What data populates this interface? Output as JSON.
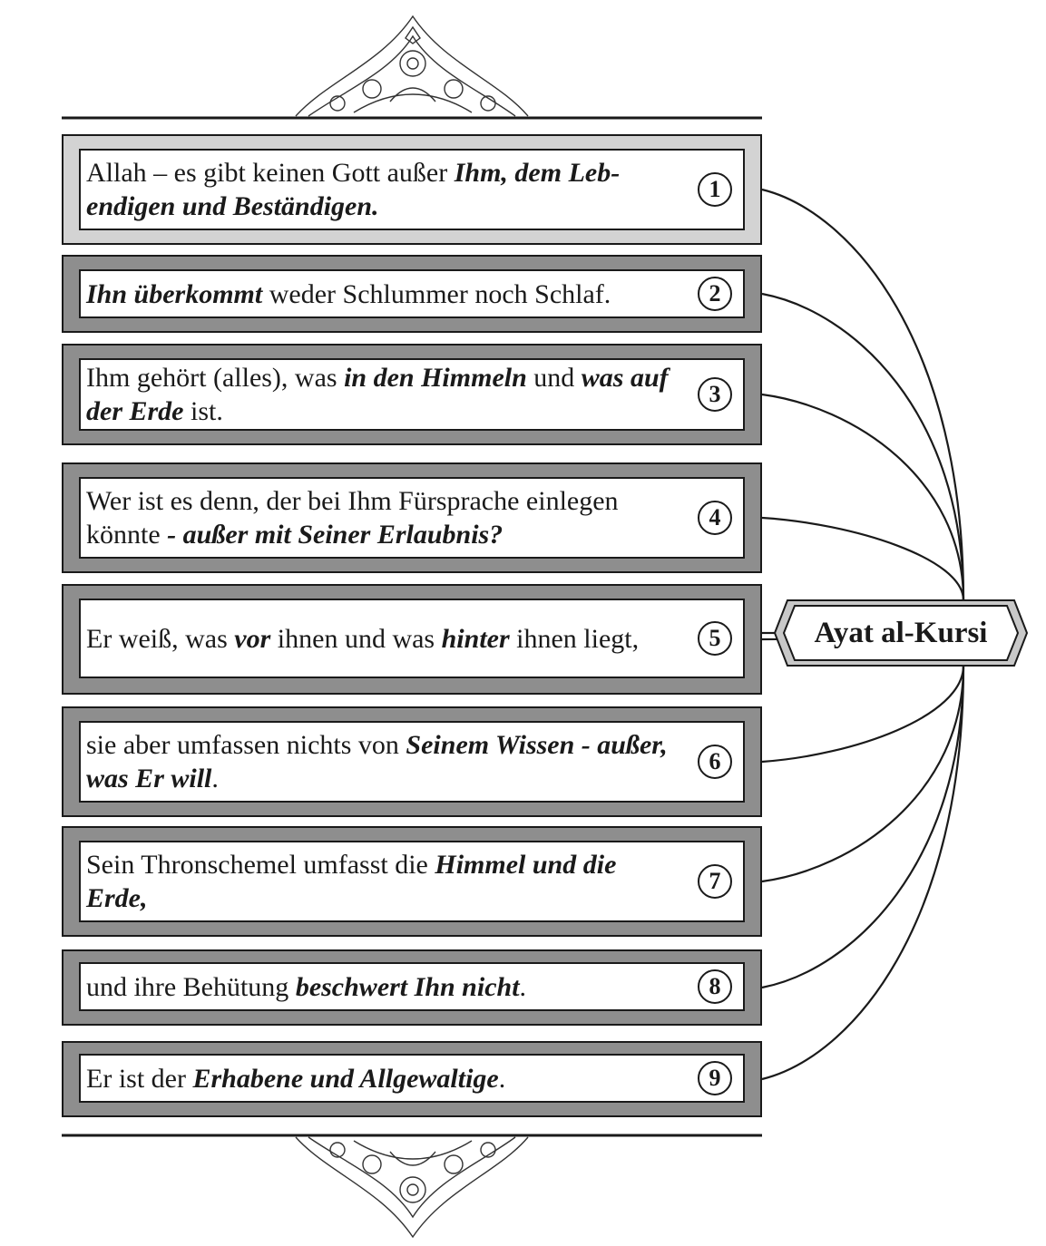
{
  "title": "Ayat al-Kursi",
  "verses": [
    {
      "number": "1",
      "segments": [
        {
          "text": "Allah – es gibt keinen Gott außer ",
          "style": "normal"
        },
        {
          "text": "Ihm, dem Leb­endigen und Beständigen.",
          "style": "bold-italic"
        }
      ]
    },
    {
      "number": "2",
      "segments": [
        {
          "text": "Ihn überkommt",
          "style": "bold-italic"
        },
        {
          "text": " weder Schlummer noch Schlaf.",
          "style": "normal"
        }
      ]
    },
    {
      "number": "3",
      "segments": [
        {
          "text": "Ihm gehört (alles), was ",
          "style": "normal"
        },
        {
          "text": "in den Himmeln",
          "style": "bold-italic"
        },
        {
          "text": " und ",
          "style": "normal"
        },
        {
          "text": "was auf der Erde",
          "style": "bold-italic"
        },
        {
          "text": " ist.",
          "style": "normal"
        }
      ]
    },
    {
      "number": "4",
      "segments": [
        {
          "text": "Wer ist es denn, der bei Ihm Fürsprache einlegen könnte ",
          "style": "normal"
        },
        {
          "text": "- außer mit Seiner Erlaubnis?",
          "style": "bold-italic"
        }
      ]
    },
    {
      "number": "5",
      "segments": [
        {
          "text": "Er weiß, was ",
          "style": "normal"
        },
        {
          "text": "vor",
          "style": "bold-italic"
        },
        {
          "text": " ihnen und was ",
          "style": "normal"
        },
        {
          "text": "hinter",
          "style": "bold-italic"
        },
        {
          "text": " ihnen liegt,",
          "style": "normal"
        }
      ]
    },
    {
      "number": "6",
      "segments": [
        {
          "text": "sie aber umfassen nichts von ",
          "style": "normal"
        },
        {
          "text": "Seinem Wissen - außer, was Er will",
          "style": "bold-italic"
        },
        {
          "text": ".",
          "style": "normal"
        }
      ]
    },
    {
      "number": "7",
      "segments": [
        {
          "text": "Sein Thronschemel umfasst die ",
          "style": "normal"
        },
        {
          "text": "Himmel und die Erde,",
          "style": "bold-italic"
        }
      ]
    },
    {
      "number": "8",
      "segments": [
        {
          "text": "und ihre Behütung ",
          "style": "normal"
        },
        {
          "text": "beschwert Ihn nicht",
          "style": "bold-italic"
        },
        {
          "text": ".",
          "style": "normal"
        }
      ]
    },
    {
      "number": "9",
      "segments": [
        {
          "text": "Er ist der ",
          "style": "normal"
        },
        {
          "text": "Erhabene und Allgewaltige",
          "style": "bold-italic"
        },
        {
          "text": ".",
          "style": "normal"
        }
      ]
    }
  ],
  "colors": {
    "frame_light": "#d3d3d3",
    "frame_dark": "#8e8e8e",
    "ink": "#1a1a1a",
    "title_fill": "#c8c8c8"
  }
}
